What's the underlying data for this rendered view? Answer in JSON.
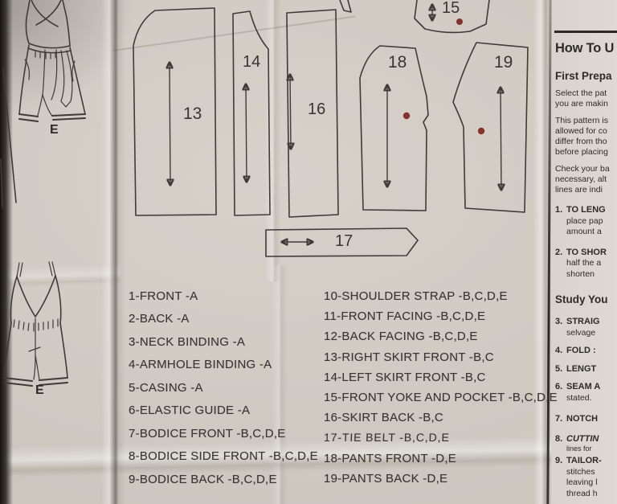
{
  "views": {
    "top_e": "E",
    "bottom_e": "E"
  },
  "diagram": {
    "labels": {
      "p13": "13",
      "p14": "14",
      "p15": "15",
      "p16": "16",
      "p17": "17",
      "p18": "18",
      "p19": "19"
    }
  },
  "pieces_list": {
    "left": [
      "1-FRONT -A",
      "2-BACK -A",
      "3-NECK BINDING -A",
      "4-ARMHOLE BINDING -A",
      "5-CASING -A",
      "6-ELASTIC GUIDE -A",
      "7-BODICE FRONT -B,C,D,E",
      "8-BODICE SIDE FRONT -B,C,D,E",
      "9-BODICE BACK -B,C,D,E"
    ],
    "right": [
      "10-SHOULDER STRAP -B,C,D,E",
      "11-FRONT FACING -B,C,D,E",
      "12-BACK FACING -B,C,D,E",
      "13-RIGHT SKIRT FRONT -B,C",
      "14-LEFT SKIRT FRONT -B,C",
      "15-FRONT YOKE AND POCKET -B,C,D,E",
      "16-SKIRT BACK -B,C",
      "17-TIE BELT -B,C,D,E",
      "18-PANTS FRONT -D,E",
      "19-PANTS BACK -D,E"
    ]
  },
  "instructions": {
    "title": "How To U",
    "heading1": "First Prepa",
    "para1": [
      "Select the pat",
      "you are makin"
    ],
    "para2": [
      "This pattern is",
      "allowed for co",
      "differ from tho",
      "before placing"
    ],
    "para3": [
      "Check your ba",
      "necessary, alt",
      "lines are indi"
    ],
    "heading2": "Study You",
    "steps": [
      {
        "num": "1.",
        "lead": "TO LENG",
        "lines": [
          "place pap",
          "amount a"
        ]
      },
      {
        "num": "2.",
        "lead": "TO SHOR",
        "lines": [
          "half the a",
          "shorten"
        ]
      },
      {
        "num": "3.",
        "lead": "STRAIG",
        "lines": [
          "selvage"
        ]
      },
      {
        "num": "4.",
        "lead": "FOLD :",
        "lines": []
      },
      {
        "num": "5.",
        "lead": "LENGT",
        "lines": []
      },
      {
        "num": "6.",
        "lead": "SEAM A",
        "lines": [
          "stated."
        ]
      },
      {
        "num": "7.",
        "lead": "NOTCH",
        "lines": []
      },
      {
        "num": "8.",
        "lead": "CUTTIN",
        "lines": [
          "lines for"
        ]
      },
      {
        "num": "9.",
        "lead": "TAILOR-",
        "lines": [
          "stitches",
          "leaving l",
          "thread h"
        ]
      }
    ]
  },
  "colors": {
    "paper": "#d2ccc5",
    "ink": "#36322c",
    "red_dot": "#7b2318"
  }
}
